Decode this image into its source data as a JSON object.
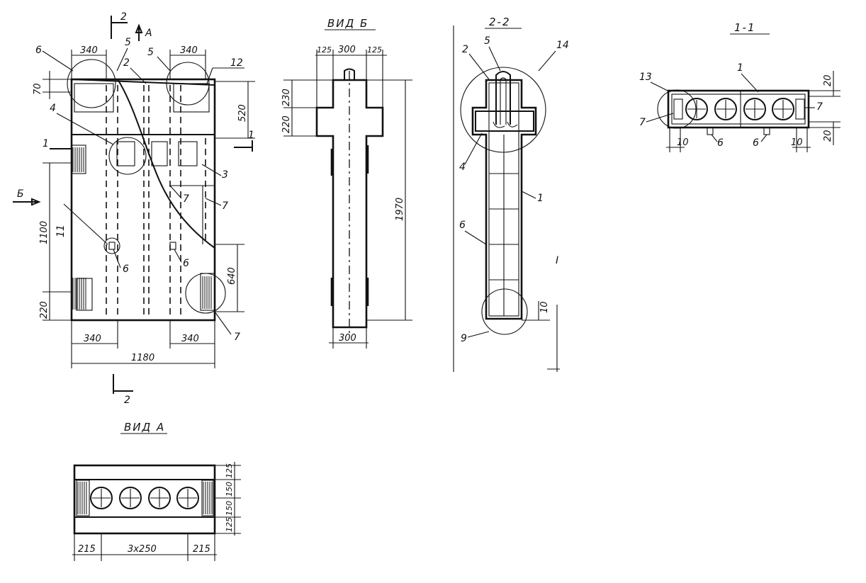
{
  "views": {
    "view_b": "ВИД Б",
    "section_2_2": "2-2",
    "section_1_1": "1-1",
    "view_a": "ВИД А"
  },
  "cut_marks": {
    "two": "2",
    "one": "1",
    "a": "А",
    "b": "Б"
  },
  "main_dims": {
    "d340_top_left": "340",
    "d340_top_right": "340",
    "d70": "70",
    "d520": "520",
    "d1100": "1100",
    "d220": "220",
    "d640": "640",
    "d340_bot_left": "340",
    "d340_bot_right": "340",
    "d1180": "1180"
  },
  "main_labels": {
    "p6": "6",
    "p5a": "5",
    "p5b": "5",
    "p12": "12",
    "p2": "2",
    "p4": "4",
    "p3": "3",
    "p7a": "7",
    "p7b": "7",
    "p11": "11",
    "p6b": "6",
    "p6c": "6",
    "p7c": "7"
  },
  "view_b_dims": {
    "d125_l": "125",
    "d300_t": "300",
    "d125_r": "125",
    "d230": "230",
    "d220": "220",
    "d1970": "1970",
    "d300_b": "300"
  },
  "sec22": {
    "p2": "2",
    "p5": "5",
    "p14": "14",
    "p4": "4",
    "p1": "1",
    "p6": "6",
    "d10": "10",
    "p9": "9",
    "mark_i": "I"
  },
  "sec11": {
    "p1": "1",
    "p13": "13",
    "p7l": "7",
    "p7r": "7",
    "p6a": "6",
    "p6b": "6",
    "d10l": "10",
    "d10r": "10",
    "d20t": "20",
    "d20b": "20"
  },
  "view_a_dims": {
    "d215_l": "215",
    "d3x250": "3х250",
    "d215_r": "215",
    "d125_t": "125",
    "d150_a": "150",
    "d150_b": "150",
    "d125_b": "125"
  }
}
